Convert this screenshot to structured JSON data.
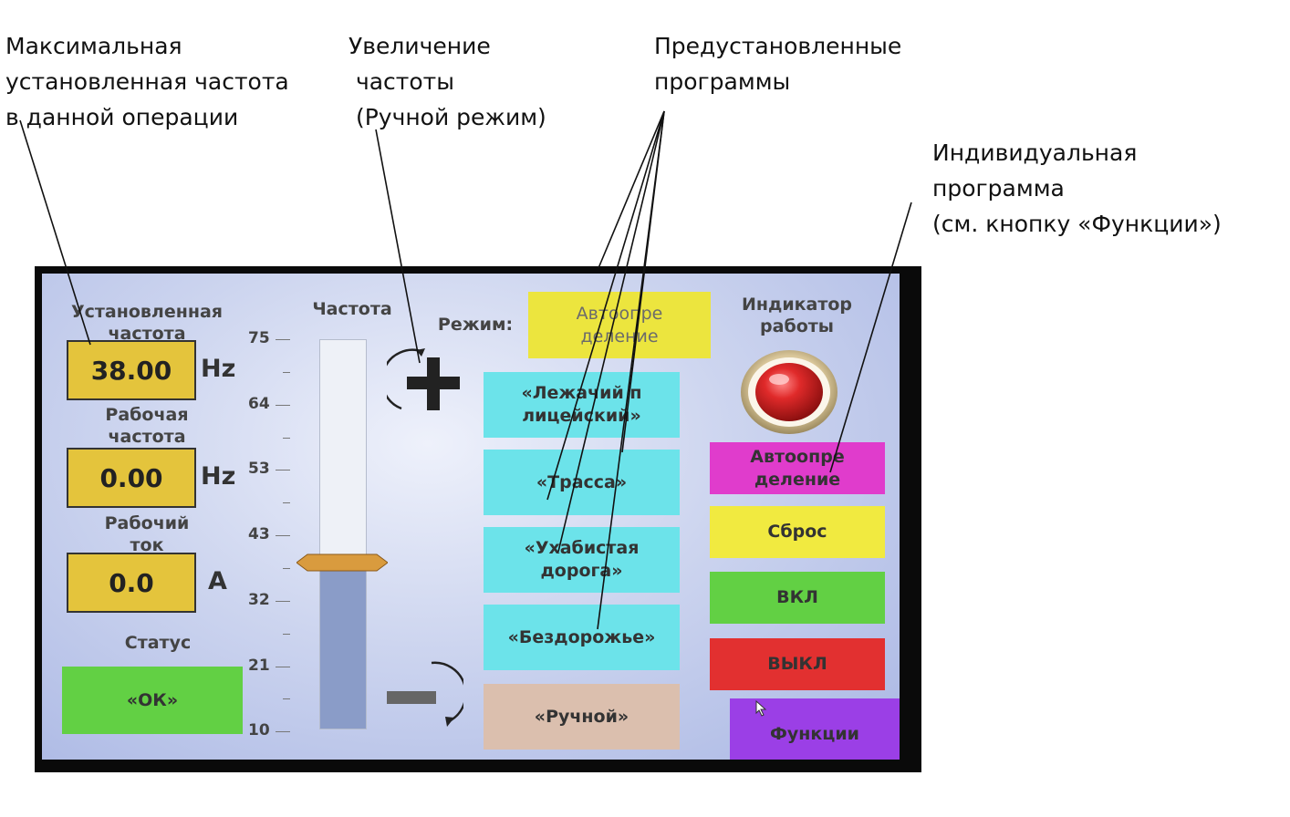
{
  "annotations": {
    "max_freq": "Максимальная\nустановленная частота\nв данной операции",
    "increase": "Увеличение\n частоты\n (Ручной режим)",
    "presets": "Предустановленные\nпрограммы",
    "individual": "Индивидуальная\nпрограмма\n(см. кнопку «Функции»)"
  },
  "panel": {
    "set_freq_label": "Установленная частота",
    "set_freq_value": "38.00",
    "set_freq_unit": "Hz",
    "work_freq_label": "Рабочая частота",
    "work_freq_value": "0.00",
    "work_freq_unit": "Hz",
    "work_current_label": "Рабочий ток",
    "work_current_value": "0.0",
    "work_current_unit": "A",
    "status_label": "Статус",
    "status_value": "«ОК»",
    "status_color": "#62d044"
  },
  "slider": {
    "label": "Частота",
    "ticks": [
      "75",
      "64",
      "53",
      "43",
      "32",
      "21",
      "10"
    ],
    "value": 38
  },
  "mode": {
    "label": "Режим:",
    "value": "Автоопре деление"
  },
  "programs": [
    {
      "label": "«Лежачий п\nлицейский»",
      "color": "#6ce3ea"
    },
    {
      "label": "«Трасса»",
      "color": "#6ce3ea"
    },
    {
      "label": "«Ухабистая\nдорога»",
      "color": "#6ce3ea"
    },
    {
      "label": "«Бездорожье»",
      "color": "#6ce3ea"
    },
    {
      "label": "«Ручной»",
      "color": "#dbbfae"
    }
  ],
  "indicator": {
    "label": "Индикатор\nработы",
    "color": "#d42020"
  },
  "buttons": {
    "auto": {
      "label": "Автоопре\nделение",
      "color": "#e03ccc"
    },
    "reset": {
      "label": "Сброс",
      "color": "#f1ea40"
    },
    "on": {
      "label": "ВКЛ",
      "color": "#62d044"
    },
    "off": {
      "label": "ВЫКЛ",
      "color": "#e23030"
    },
    "functions": {
      "label": "Функции",
      "color": "#9b3fe6"
    }
  }
}
